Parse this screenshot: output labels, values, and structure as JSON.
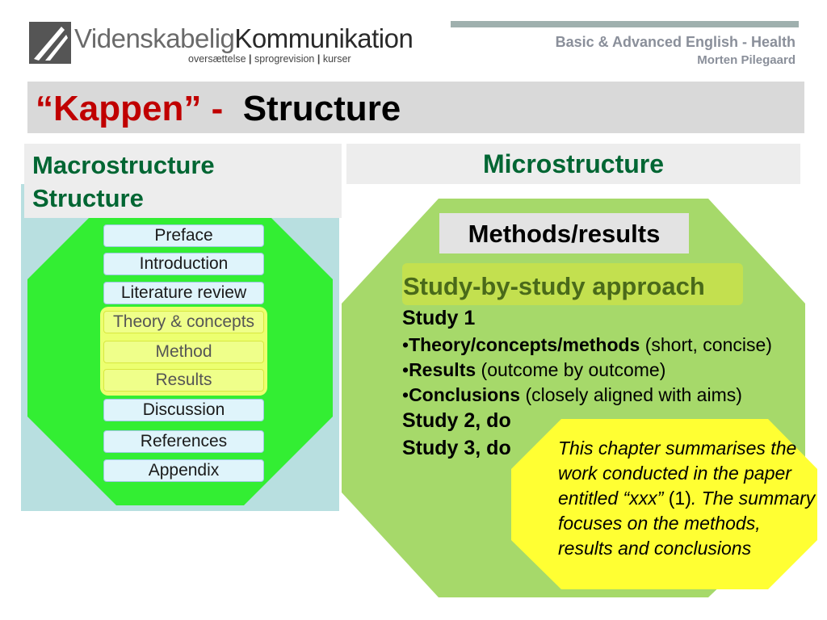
{
  "header": {
    "logo_part1": "Videnskabelig",
    "logo_part2": "Kommunikation",
    "logo_tag_1": "oversættelse",
    "logo_tag_2": "sprogrevision",
    "logo_tag_3": "kurser",
    "course_title": "Basic & Advanced English - Health",
    "course_author": "Morten Pilegaard"
  },
  "title": {
    "quoted": "“Kappen” -",
    "rest": "Structure"
  },
  "left": {
    "heading_line1": "Macrostructure",
    "heading_line2": "Structure",
    "items": [
      "Preface",
      "Introduction",
      "Literature review",
      "Theory & concepts",
      "Method",
      "Results",
      "Discussion",
      "References",
      "Appendix"
    ]
  },
  "right": {
    "heading": "Microstructure",
    "box_label": "Methods/results",
    "approach": "Study-by-study approach",
    "study1": "Study 1",
    "bullets": [
      {
        "bold": "Theory/concepts/methods",
        "rest": " (short, concise)"
      },
      {
        "bold": "Results",
        "rest": " (outcome by outcome)"
      },
      {
        "bold": "Conclusions",
        "rest": " (closely aligned with aims)"
      }
    ],
    "study2": "Study 2, do",
    "study3": "Study 3, do"
  },
  "note": {
    "part1": "This chapter summarises the work conducted in the paper entitled “xxx”",
    "ref": " (1)",
    "part2": ". The summary focuses on the methods, results and conclusions"
  },
  "colors": {
    "title_red": "#c00000",
    "heading_green": "#006633",
    "left_octagon": "#33ee33",
    "right_octagon": "#a6d96a",
    "note_yellow": "#ffff33"
  }
}
